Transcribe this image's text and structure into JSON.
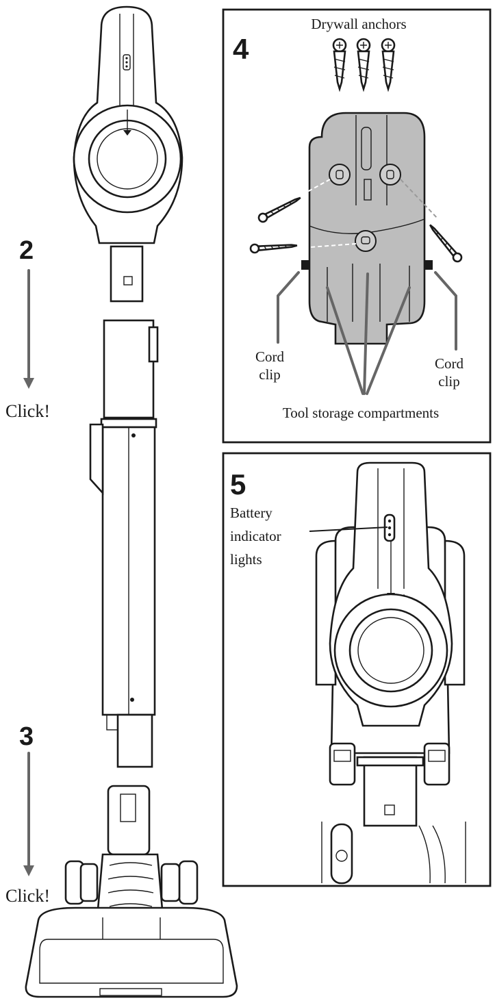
{
  "steps": {
    "step2": {
      "number": "2",
      "caption": "Click!"
    },
    "step3": {
      "number": "3",
      "caption": "Click!"
    },
    "step4": {
      "number": "4",
      "anchors_label": "Drywall anchors",
      "cord_clip_left": [
        "Cord",
        "clip"
      ],
      "cord_clip_right": [
        "Cord",
        "clip"
      ],
      "storage_label": "Tool storage compartments"
    },
    "step5": {
      "number": "5",
      "battery_label": [
        "Battery",
        "indicator",
        "lights"
      ]
    }
  },
  "colors": {
    "ink": "#1a1a1a",
    "arrow": "#666666",
    "mount_fill": "#bdbdbd"
  }
}
